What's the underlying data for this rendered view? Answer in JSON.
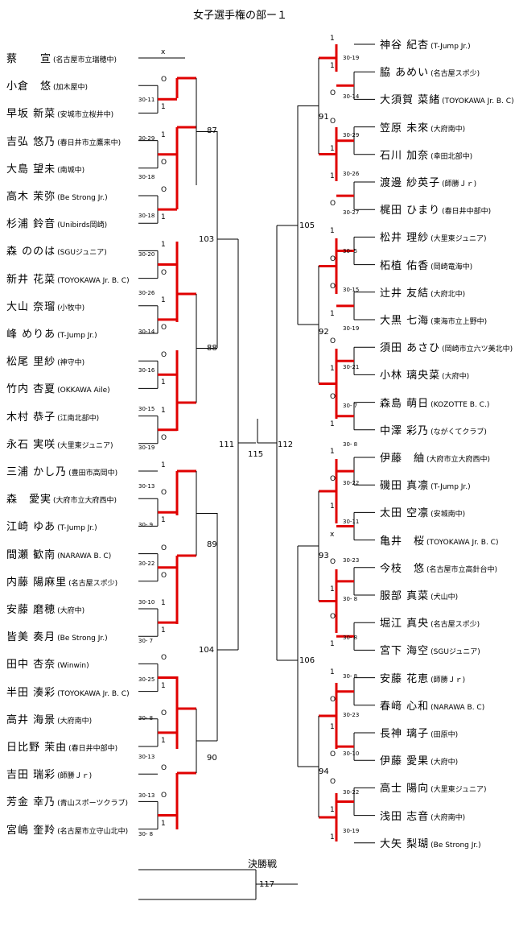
{
  "title": "女子選手権の部ー１",
  "final_label": "決勝戦",
  "colors": {
    "win_line": "#e00000",
    "line": "#000000"
  },
  "left_players": [
    {
      "name": "蔡　　宣",
      "team": "(名古屋市立瑞穂中)"
    },
    {
      "name": "小倉　悠",
      "team": "(加木屋中)"
    },
    {
      "name": "早坂 新菜",
      "team": "(安城市立桜井中)"
    },
    {
      "name": "吉弘 悠乃",
      "team": "(春日井市立鷹来中)"
    },
    {
      "name": "大島 望未",
      "team": "(南城中)"
    },
    {
      "name": "高木 茉弥",
      "team": "(Be Strong Jr.)"
    },
    {
      "name": "杉浦 鈴音",
      "team": "(Unibirds岡崎)"
    },
    {
      "name": "森 ののは",
      "team": "(SGUジュニア)"
    },
    {
      "name": "新井 花菜",
      "team": "(TOYOKAWA Jr. B. C)"
    },
    {
      "name": "大山 奈瑠",
      "team": "(小牧中)"
    },
    {
      "name": "峰 めりあ",
      "team": "(T-Jump Jr.)"
    },
    {
      "name": "松尾 里紗",
      "team": "(神守中)"
    },
    {
      "name": "竹内 杏夏",
      "team": "(OKKAWA Aile)"
    },
    {
      "name": "木村 恭子",
      "team": "(江南北部中)"
    },
    {
      "name": "永石 実咲",
      "team": "(大里東ジュニア)"
    },
    {
      "name": "三浦 かし乃",
      "team": "(豊田市高岡中)"
    },
    {
      "name": "森　愛実",
      "team": "(大府市立大府西中)"
    },
    {
      "name": "江崎 ゆあ",
      "team": "(T-Jump Jr.)"
    },
    {
      "name": "間瀬 歓南",
      "team": "(NARAWA B. C)"
    },
    {
      "name": "内藤 陽麻里",
      "team": "(名古屋スポ少)"
    },
    {
      "name": "安藤 磨穂",
      "team": "(大府中)"
    },
    {
      "name": "皆美 奏月",
      "team": "(Be Strong Jr.)"
    },
    {
      "name": "田中 杏奈",
      "team": "(Winwin)"
    },
    {
      "name": "半田 湊彩",
      "team": "(TOYOKAWA Jr. B. C)"
    },
    {
      "name": "高井 海景",
      "team": "(大府南中)"
    },
    {
      "name": "日比野 茉由",
      "team": "(春日井中部中)"
    },
    {
      "name": "吉田 瑞彩",
      "team": "(師勝Ｊｒ)"
    },
    {
      "name": "芳金 幸乃",
      "team": "(青山スポーツクラブ)"
    },
    {
      "name": "宮嶋 奎羚",
      "team": "(名古屋市立守山北中)"
    }
  ],
  "right_players": [
    {
      "name": "神谷 紀杏",
      "team": "(T-Jump Jr.)"
    },
    {
      "name": "脇 あめい",
      "team": "(名古屋スポ少)"
    },
    {
      "name": "大須賀 菜緒",
      "team": "(TOYOKAWA Jr. B. C)"
    },
    {
      "name": "笠原 未來",
      "team": "(大府南中)"
    },
    {
      "name": "石川 加奈",
      "team": "(幸田北部中)"
    },
    {
      "name": "渡邊 紗英子",
      "team": "(師勝Ｊｒ)"
    },
    {
      "name": "梶田 ひまり",
      "team": "(春日井中部中)"
    },
    {
      "name": "松井 理紗",
      "team": "(大里東ジュニア)"
    },
    {
      "name": "柘植 佑香",
      "team": "(岡崎竜海中)"
    },
    {
      "name": "辻井 友結",
      "team": "(大府北中)"
    },
    {
      "name": "大黒 七海",
      "team": "(東海市立上野中)"
    },
    {
      "name": "須田 あさひ",
      "team": "(岡崎市立六ツ美北中)"
    },
    {
      "name": "小林 璃央菜",
      "team": "(大府中)"
    },
    {
      "name": "森島 萌日",
      "team": "(KOZOTTE B. C.)"
    },
    {
      "name": "中澤 彩乃",
      "team": "(ながくてクラブ)"
    },
    {
      "name": "伊藤　紬",
      "team": "(大府市立大府西中)"
    },
    {
      "name": "磯田 真凛",
      "team": "(T-Jump Jr.)"
    },
    {
      "name": "太田 空凛",
      "team": "(安城南中)"
    },
    {
      "name": "亀井　桜",
      "team": "(TOYOKAWA Jr. B. C)"
    },
    {
      "name": "今枝　悠",
      "team": "(名古屋市立高針台中)"
    },
    {
      "name": "服部 真菜",
      "team": "(犬山中)"
    },
    {
      "name": "堀江 真央",
      "team": "(名古屋スポ少)"
    },
    {
      "name": "宮下 海空",
      "team": "(SGUジュニア)"
    },
    {
      "name": "安藤 花恵",
      "team": "(師勝Ｊｒ)"
    },
    {
      "name": "春﨑 心和",
      "team": "(NARAWA B. C)"
    },
    {
      "name": "長神 璃子",
      "team": "(田原中)"
    },
    {
      "name": "伊藤 愛果",
      "team": "(大府中)"
    },
    {
      "name": "高士 陽向",
      "team": "(大里東ジュニア)"
    },
    {
      "name": "浅田 志音",
      "team": "(大府南中)"
    },
    {
      "name": "大矢 梨瑚",
      "team": "(Be Strong Jr.)"
    }
  ],
  "round_labels": {
    "left": [
      "x",
      "O",
      "1",
      "1",
      "O",
      "O",
      "1",
      "1",
      "O",
      "1",
      "O",
      "O",
      "1",
      "1",
      "O",
      "1",
      "O",
      "1",
      "O",
      "O",
      "1",
      "1",
      "O",
      "1",
      "O",
      "1",
      "O",
      "O",
      "1"
    ],
    "right": [
      "1",
      "1",
      "O",
      "O",
      "1",
      "1",
      "O",
      "1",
      "O",
      "O",
      "1",
      "O",
      "1",
      "O",
      "1",
      "1",
      "O",
      "1",
      "x",
      "O",
      "1",
      "O",
      "1",
      "1",
      "O",
      "1",
      "O",
      "O",
      "1",
      "1"
    ]
  },
  "scores": {
    "left": [
      "30-11",
      "30-29",
      "30-18",
      "30-18",
      "30-20",
      "30-26",
      "30-14",
      "30-16",
      "30-15",
      "30-19",
      "30-13",
      "30- 9",
      "30-22",
      "30-10",
      "30- 7",
      "30-25",
      "30- 8",
      "30-13",
      "30-13",
      "30- 8"
    ],
    "right": [
      "30-19",
      "30-14",
      "30-29",
      "30-26",
      "30-27",
      "30- 5",
      "30-15",
      "30-19",
      "30-21",
      "30- 7",
      "30- 8",
      "30-22",
      "30-11",
      "30-23",
      "30- 8",
      "30- 8",
      "30- 8",
      "30-23",
      "30-10",
      "30-22",
      "30-19"
    ]
  },
  "match_numbers": [
    "87",
    "103",
    "88",
    "111",
    "115",
    "112",
    "105",
    "91",
    "92",
    "89",
    "104",
    "90",
    "106",
    "93",
    "94",
    "117"
  ]
}
